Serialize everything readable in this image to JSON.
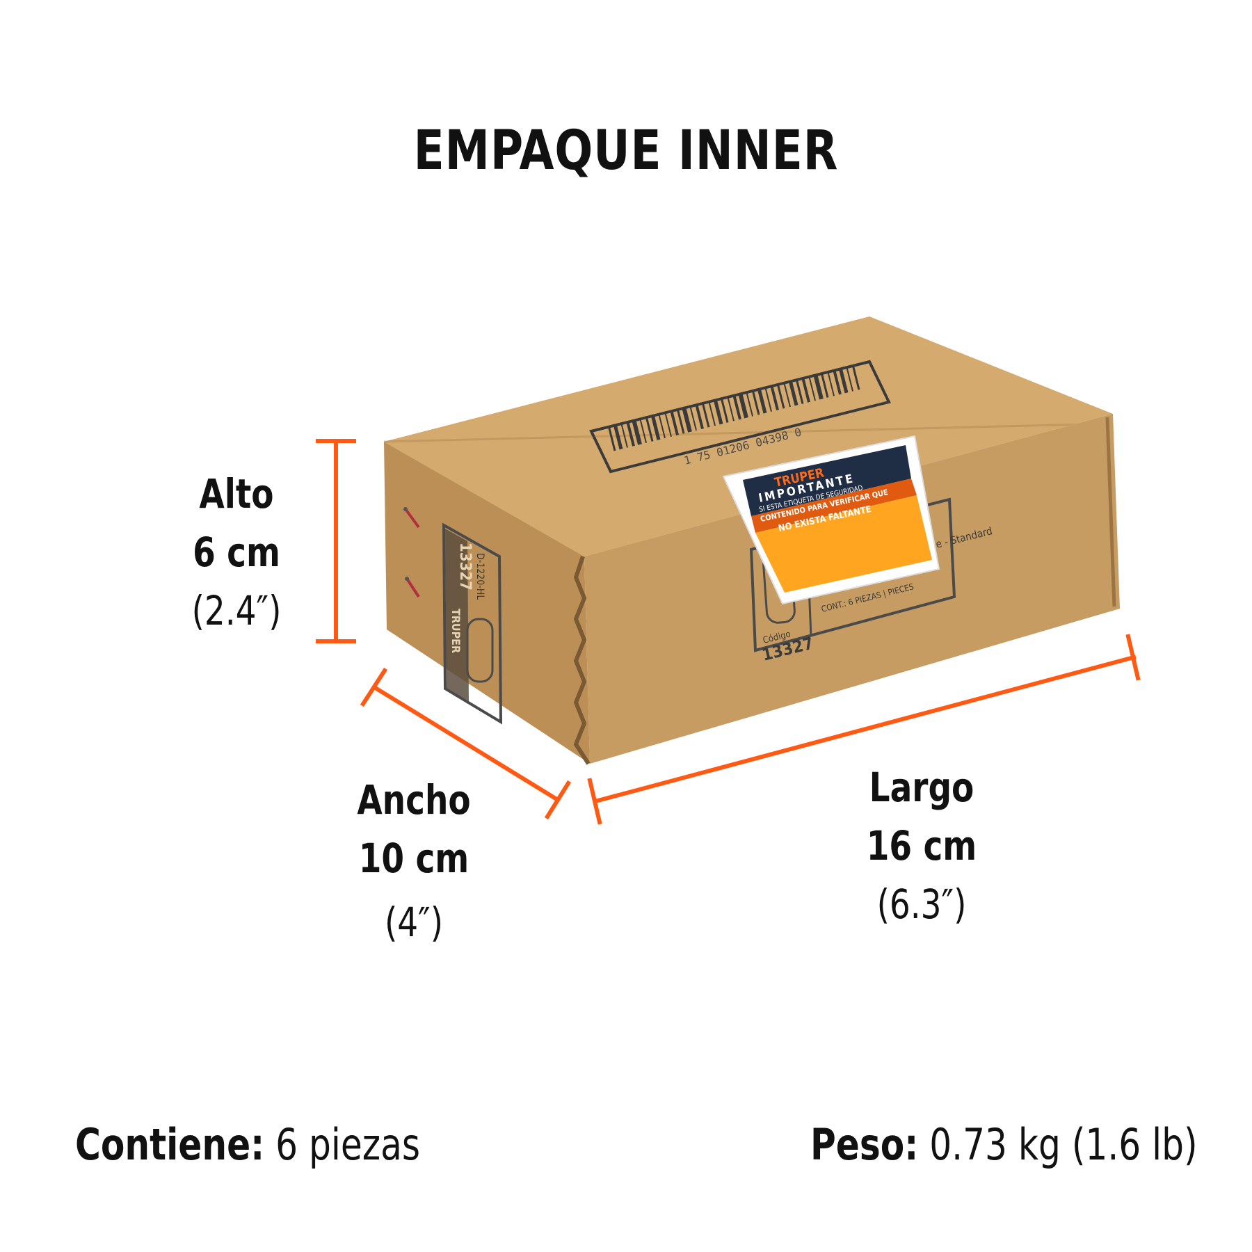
{
  "title": "EMPAQUE INNER",
  "colors": {
    "accent": "#ff5a14",
    "cardboard_front": "#c59a60",
    "cardboard_top": "#d2a86c",
    "cardboard_side": "#b78a52",
    "label_orange": "#ffa51f",
    "label_navy": "#1f2d45"
  },
  "dimensions": {
    "height": {
      "name": "Alto",
      "metric": "6 cm",
      "imperial": "(2.4″)"
    },
    "width": {
      "name": "Ancho",
      "metric": "10 cm",
      "imperial": "(4″)"
    },
    "length": {
      "name": "Largo",
      "metric": "16 cm",
      "imperial": "(6.3″)"
    }
  },
  "box_print": {
    "barcode_number": "1 75 01206 04398 0",
    "code": "13327",
    "model": "D-1220-HL",
    "description": "5/8\" Deep socket, 1/2\" drive - Standard",
    "clave": "Clave: D-1220-HL",
    "contents": "CONT.: 6 PIEZAS | PIECES",
    "codigo_label": "Código",
    "brand": "TRUPER"
  },
  "sticker": {
    "brand": "TRUPER",
    "heading": "IMPORTANTE",
    "line1": "SI ESTA ETIQUETA DE SEGURIDAD",
    "line2": "CONTENIDO PARA VERIFICAR QUE",
    "line3": "NO EXISTA FALTANTE"
  },
  "footer": {
    "contains_label": "Contiene:",
    "contains_value": "6 piezas",
    "weight_label": "Peso:",
    "weight_value": "0.73 kg (1.6 lb)"
  }
}
